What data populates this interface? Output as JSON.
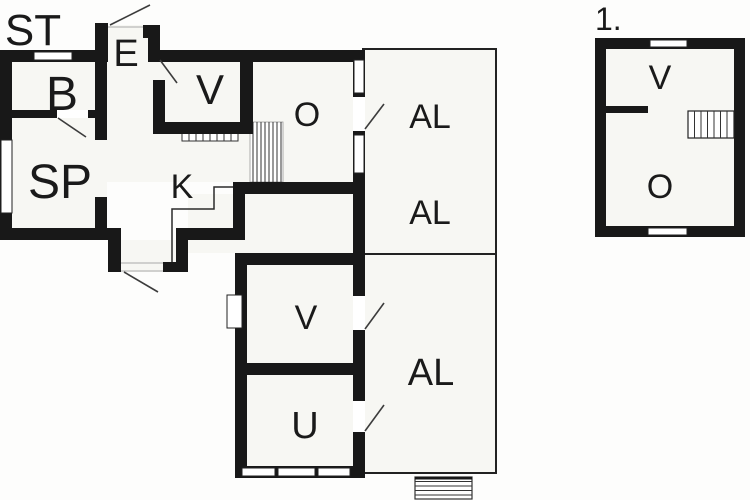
{
  "page": {
    "background": "#fdfdfc"
  },
  "palette": {
    "wall": "#181818",
    "thin_line": "#2b2b2b",
    "room_fill": "#f7f7f3",
    "window_fill": "#ffffff",
    "door_swing": "#3c3c3c"
  },
  "ground_floor": {
    "labels": {
      "st": "ST",
      "b": "B",
      "e": "E",
      "v_top": "V",
      "o": "O",
      "sp": "SP",
      "k": "K",
      "al_upper_a": "AL",
      "al_upper_b": "AL",
      "v_lower": "V",
      "al_lower": "AL",
      "u": "U"
    }
  },
  "first_floor": {
    "plan_number": "1.",
    "labels": {
      "v": "V",
      "o": "O"
    }
  }
}
